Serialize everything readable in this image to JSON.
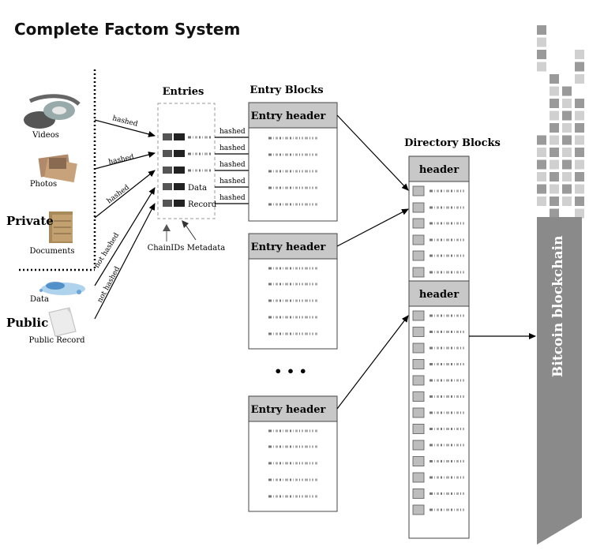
{
  "title": "Complete Factom System",
  "column_headers": {
    "entries": "Entries",
    "entry_blocks": "Entry Blocks",
    "directory_blocks": "Directory Blocks"
  },
  "sources": {
    "videos": "Videos",
    "photos": "Photos",
    "documents": "Documents",
    "data": "Data",
    "public_record": "Public Record"
  },
  "groups": {
    "private": "Private",
    "public": "Public"
  },
  "arrow_labels": {
    "hashed": "hashed",
    "not_hashed": "not hashed"
  },
  "entry_row_labels": {
    "data": "Data",
    "record": "Record"
  },
  "entry_annotations": {
    "chainids": "ChainIDs",
    "metadata": "Metadata"
  },
  "entry_block_header": "Entry header",
  "directory_block_header": "header",
  "ellipsis": "• • •",
  "blockchain_label": "Bitcoin blockchain",
  "colors": {
    "header_fill": "#c8c8c8",
    "blockchain_gray": "#8a8a8a",
    "square_dark": "#9a9a9a",
    "square_light": "#d0d0d0"
  }
}
